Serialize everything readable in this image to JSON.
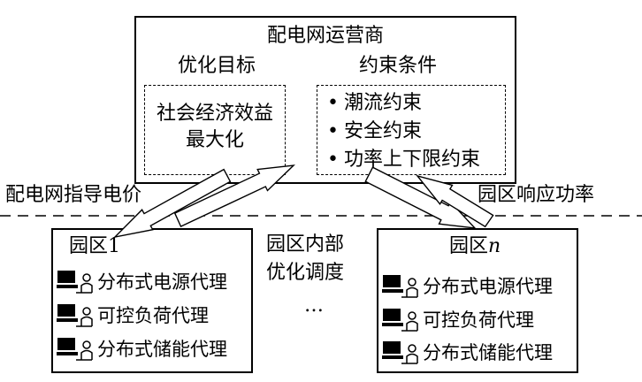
{
  "operator": {
    "title": "配电网运营商",
    "objective_title": "优化目标",
    "objective_lines": [
      "社会经济效益",
      "最大化"
    ],
    "constraint_title": "约束条件",
    "constraints": [
      "潮流约束",
      "安全约束",
      "功率上下限约束"
    ]
  },
  "flows": {
    "price_label": "配电网指导电价",
    "response_label": "园区响应功率"
  },
  "middle": {
    "lines": [
      "园区内部",
      "优化调度"
    ],
    "ellipsis": "…"
  },
  "parks": [
    {
      "name_prefix": "园区",
      "name_suffix": "1",
      "suffix_italic": false,
      "agents": [
        "分布式电源代理",
        "可控负荷代理",
        "分布式储能代理"
      ]
    },
    {
      "name_prefix": "园区",
      "name_suffix": "n",
      "suffix_italic": true,
      "agents": [
        "分布式电源代理",
        "可控负荷代理",
        "分布式储能代理"
      ]
    }
  ],
  "icons": {
    "agent": "computer-user-icon"
  }
}
